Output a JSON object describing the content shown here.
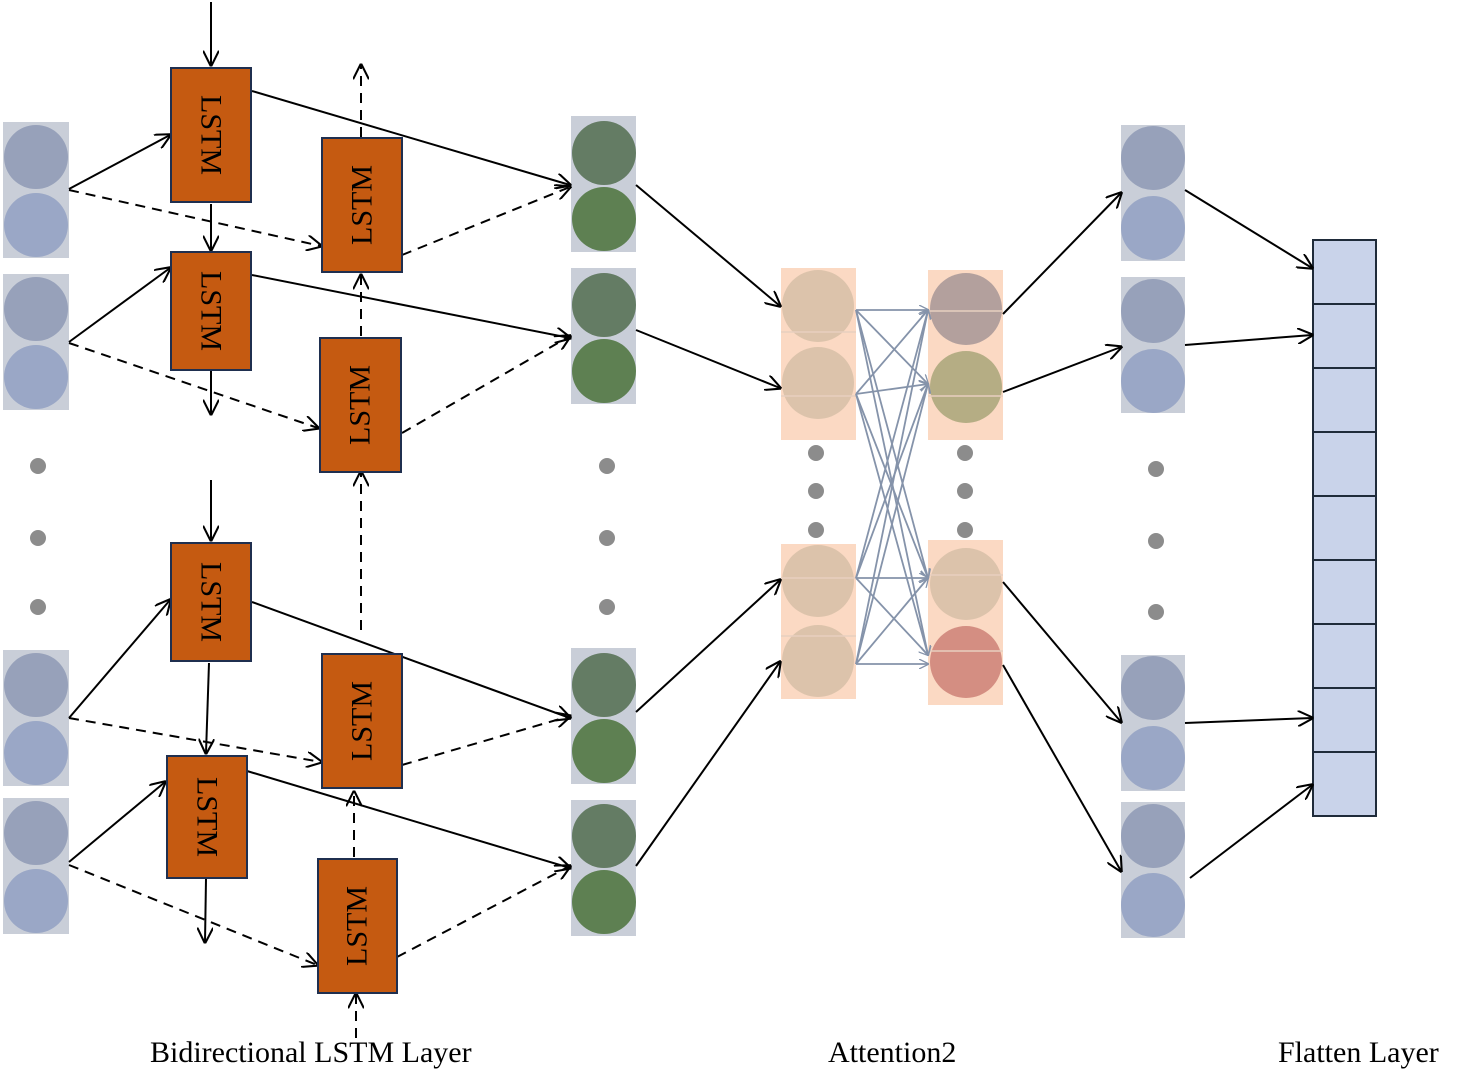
{
  "captions": {
    "bilstm": "Bidirectional LSTM Layer",
    "attention": "Attention2",
    "flatten": "Flatten Layer"
  },
  "lstm_label": "LSTM",
  "colors": {
    "input_box": "#c9ced8",
    "input_circle": "#9aa7c6",
    "input_circle_dark": "#97a1ba",
    "lstm_fill": "#c55a11",
    "lstm_border": "#1f2f4f",
    "hidden_top": "#647c64",
    "hidden_bottom": "#5e8052",
    "attn_box": "#fbd9c3",
    "attn_circle": "#dcc3ab",
    "attn_out_1": "#b3a09d",
    "attn_out_2": "#b5ad84",
    "attn_out_4": "#d48e82",
    "attn_cross": "#8593aa",
    "flatten_cell": "#c9d3ea",
    "flatten_border": "#1f2b3a",
    "dots": "#8c8c8c",
    "arrow": "#000000"
  },
  "flatten_cells": 9
}
